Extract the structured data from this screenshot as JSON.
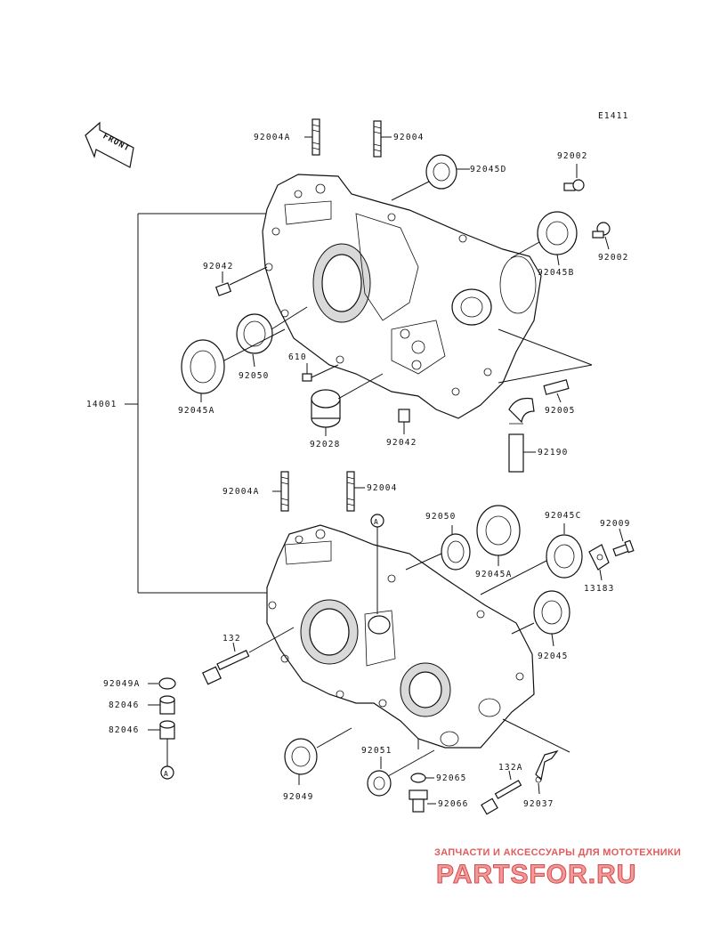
{
  "diagram": {
    "figure_id": "E1411",
    "front_label": "FRONT",
    "assembly_label": "14001",
    "labels": {
      "p92004A_top": "92004A",
      "p92004_top": "92004",
      "p92045D": "92045D",
      "p92002_a": "92002",
      "p92002_b": "92002",
      "p92045B": "92045B",
      "p92042_a": "92042",
      "p92050_a": "92050",
      "p610": "610",
      "p92045A_a": "92045A",
      "p92028": "92028",
      "p92042_b": "92042",
      "p92005": "92005",
      "p92190": "92190",
      "p92004A_bot": "92004A",
      "p92004_bot": "92004",
      "ref_A_top": "A",
      "p92050_b": "92050",
      "p92045A_b": "92045A",
      "p92045C": "92045C",
      "p92009": "92009",
      "p13183": "13183",
      "p132": "132",
      "p92045": "92045",
      "p92049A": "92049A",
      "p82046_a": "82046",
      "p82046_b": "82046",
      "ref_A_bot": "A",
      "p92051": "92051",
      "p92065": "92065",
      "p92049": "92049",
      "p132A": "132A",
      "p92066": "92066",
      "p92037": "92037"
    }
  },
  "watermark": {
    "subtitle": "ЗАПЧАСТИ И АКСЕССУАРЫ ДЛЯ МОТОТЕХНИКИ",
    "brand": "PARTSFOR.RU"
  }
}
